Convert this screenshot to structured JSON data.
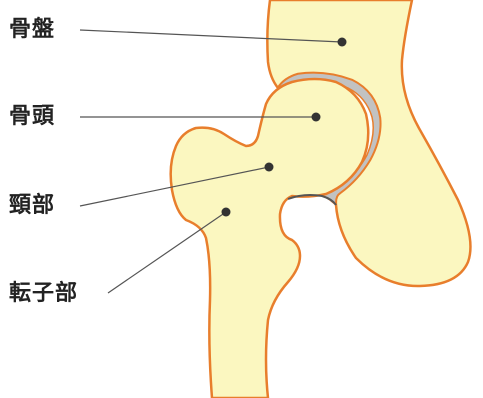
{
  "diagram": {
    "labels": {
      "pelvis": "骨盤",
      "femoral_head": "骨頭",
      "femoral_neck": "頸部",
      "trochanter": "転子部"
    },
    "colors": {
      "bone_fill": "#fbf7c0",
      "bone_outline": "#e87e2c",
      "cartilage": "#c2c2c2",
      "leader_line": "#555555",
      "leader_dot": "#333333",
      "label_text": "#222222"
    }
  }
}
